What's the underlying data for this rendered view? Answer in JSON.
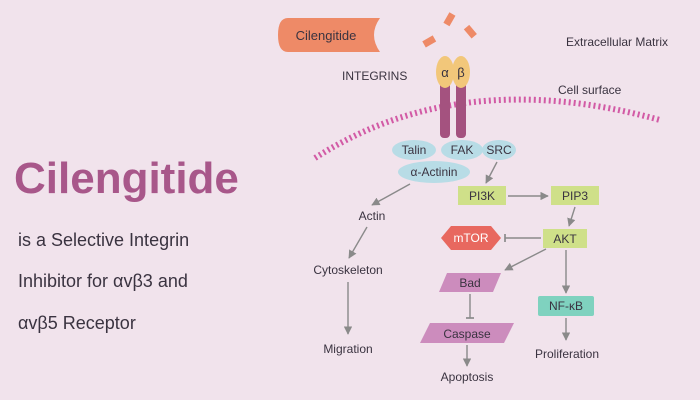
{
  "headline": {
    "title": "Cilengitide",
    "line1": "is a Selective Integrin",
    "line2": "Inhibitor for αvβ3 and",
    "line3": "αvβ5 Receptor"
  },
  "diagram": {
    "drug_label": "Cilengitide",
    "extracellular_label": "Extracellular Matrix",
    "integrins_label": "INTEGRINS",
    "alpha_label": "α",
    "beta_label": "β",
    "cell_surface_label": "Cell surface",
    "talin": "Talin",
    "fak": "FAK",
    "src": "SRC",
    "alpha_actinin": "α-Actinin",
    "actin": "Actin",
    "cytoskeleton": "Cytoskeleton",
    "migration": "Migration",
    "pi3k": "PI3K",
    "pip3": "PIP3",
    "akt": "AKT",
    "mtor": "mTOR",
    "bad": "Bad",
    "caspase": "Caspase",
    "apoptosis": "Apoptosis",
    "nfkb": "NF-κB",
    "proliferation": "Proliferation"
  },
  "colors": {
    "background": "#f1e3ec",
    "title": "#a8578a",
    "drug": "#ee8a67",
    "integrin_stalk": "#a4527f",
    "integrin_head": "#f2c77a",
    "membrane": "#d25aa5",
    "adaptor": "#b8dce6",
    "kinase": "#cfe089",
    "mtor": "#e8685f",
    "apoptosis_node": "#cc8cbd",
    "nfkb": "#7fd2bf",
    "arrow": "#8a8a8a"
  }
}
